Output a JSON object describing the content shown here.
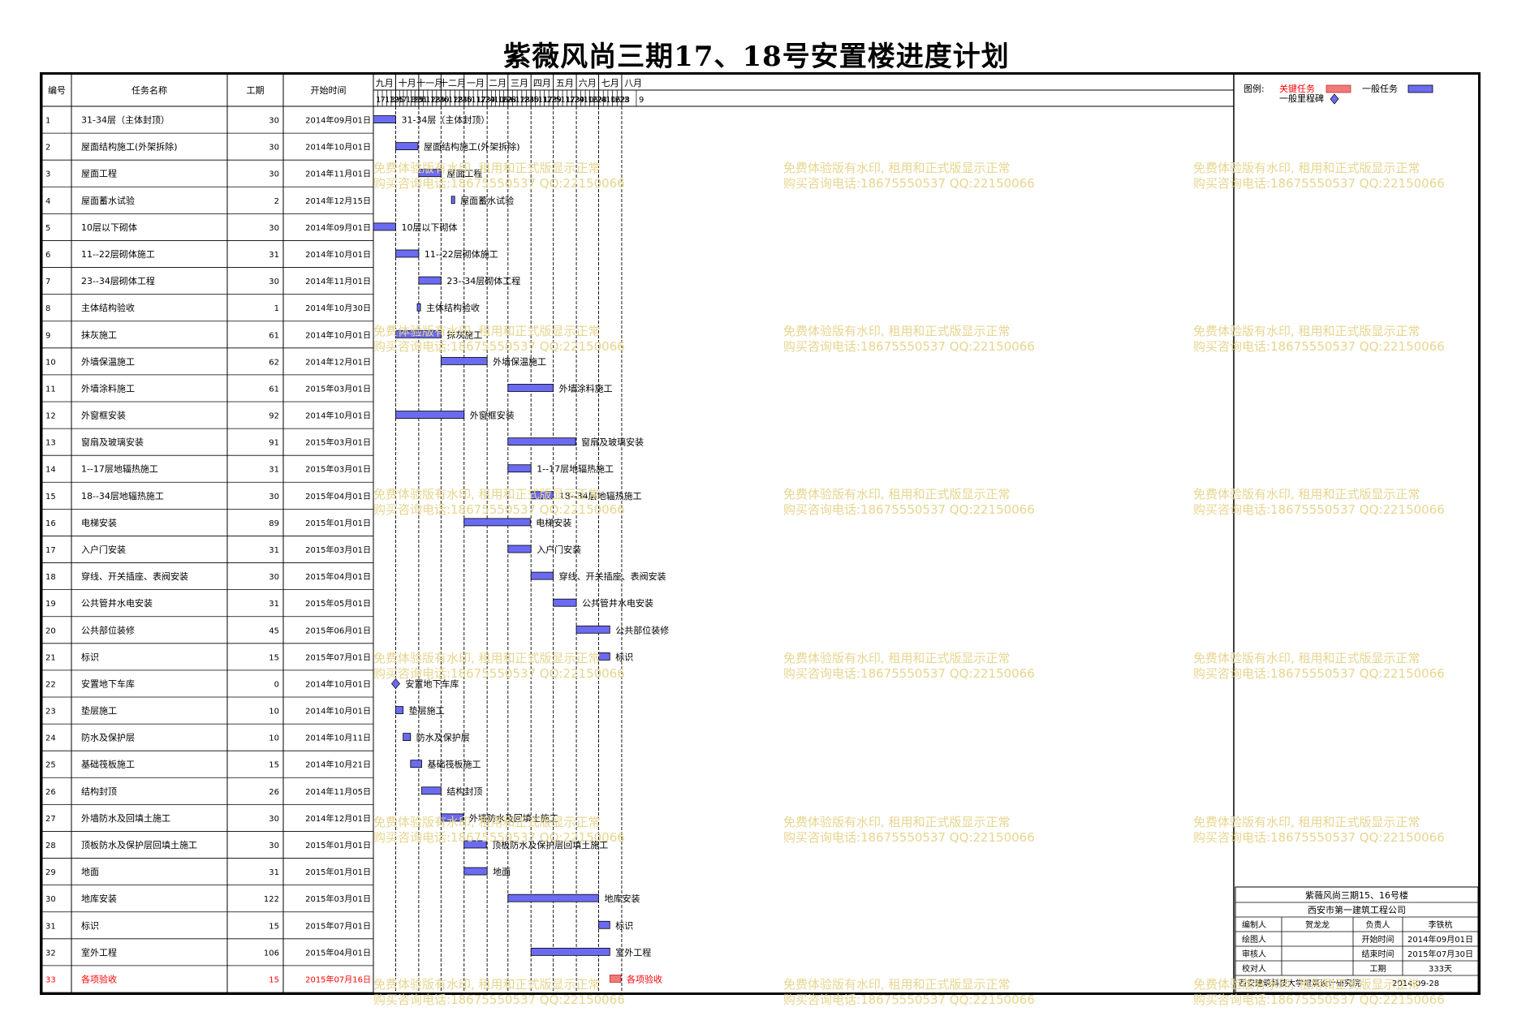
{
  "title": "紫薇风尚三期17、18号安置楼进度计划",
  "headers": {
    "num": "编号",
    "name": "任务名称",
    "dur": "工期",
    "start": "开始时间"
  },
  "months": [
    "九月",
    "十月",
    "十一月",
    "十二月",
    "一月",
    "二月",
    "三月",
    "四月",
    "五月",
    "六月",
    "七月",
    "八月"
  ],
  "day_ticks": [
    [
      "1",
      "7",
      "13",
      "19",
      "25"
    ],
    [
      "1",
      "7",
      "13",
      "19",
      "25",
      "31"
    ],
    [
      "6",
      "12",
      "18",
      "24",
      "30"
    ],
    [
      "6",
      "12",
      "18",
      "24",
      "30"
    ],
    [
      "5",
      "11",
      "17",
      "23",
      "29"
    ],
    [
      "4",
      "10",
      "16",
      "22",
      "28"
    ],
    [
      "6",
      "12",
      "18",
      "24",
      "30"
    ],
    [
      "5",
      "11",
      "17",
      "23",
      "29"
    ],
    [
      "5",
      "11",
      "17",
      "23",
      "29"
    ],
    [
      "4",
      "10",
      "16",
      "22",
      "28"
    ],
    [
      "4",
      "10",
      "16",
      "22",
      "28"
    ],
    [
      "3",
      "9"
    ]
  ],
  "legend": {
    "label": "图例:",
    "critical": "关键任务",
    "normal": "一般任务",
    "milestone": "一般里程碑"
  },
  "colors": {
    "bar": "#6b6bf2",
    "critical": "#f07a7a",
    "critical_text": "#ff0000",
    "watermark": "#e7d58f"
  },
  "tasks": [
    {
      "num": "1",
      "name": "31-34层（主体封顶）",
      "dur": "30",
      "start": "2014年09月01日",
      "bar_label": "31-34层（主体封顶）",
      "s": 0,
      "d": 30,
      "type": "normal"
    },
    {
      "num": "2",
      "name": "屋面结构施工(外架拆除)",
      "dur": "30",
      "start": "2014年10月01日",
      "bar_label": "屋面结构施工(外架拆除)",
      "s": 30,
      "d": 30,
      "type": "normal"
    },
    {
      "num": "3",
      "name": "屋面工程",
      "dur": "30",
      "start": "2014年11月01日",
      "bar_label": "屋面工程",
      "s": 61,
      "d": 30,
      "type": "normal"
    },
    {
      "num": "4",
      "name": "屋面蓄水试验",
      "dur": "2",
      "start": "2014年12月15日",
      "bar_label": "屋面蓄水试验",
      "s": 105,
      "d": 2,
      "type": "normal"
    },
    {
      "num": "5",
      "name": "10层以下砌体",
      "dur": "30",
      "start": "2014年09月01日",
      "bar_label": "10层以下砌体",
      "s": 0,
      "d": 30,
      "type": "normal"
    },
    {
      "num": "6",
      "name": "11--22层砌体施工",
      "dur": "31",
      "start": "2014年10月01日",
      "bar_label": "11--22层砌体施工",
      "s": 30,
      "d": 31,
      "type": "normal"
    },
    {
      "num": "7",
      "name": "23--34层砌体工程",
      "dur": "30",
      "start": "2014年11月01日",
      "bar_label": "23--34层砌体工程",
      "s": 61,
      "d": 30,
      "type": "normal"
    },
    {
      "num": "8",
      "name": "主体结构验收",
      "dur": "1",
      "start": "2014年10月30日",
      "bar_label": "主体结构验收",
      "s": 59,
      "d": 1,
      "type": "normal"
    },
    {
      "num": "9",
      "name": "抹灰施工",
      "dur": "61",
      "start": "2014年10月01日",
      "bar_label": "抹灰施工",
      "s": 30,
      "d": 61,
      "type": "normal"
    },
    {
      "num": "10",
      "name": "外墙保温施工",
      "dur": "62",
      "start": "2014年12月01日",
      "bar_label": "外墙保温施工",
      "s": 91,
      "d": 62,
      "type": "normal"
    },
    {
      "num": "11",
      "name": "外墙涂料施工",
      "dur": "61",
      "start": "2015年03月01日",
      "bar_label": "外墙涂料施工",
      "s": 181,
      "d": 61,
      "type": "normal"
    },
    {
      "num": "12",
      "name": "外窗框安装",
      "dur": "92",
      "start": "2014年10月01日",
      "bar_label": "外窗框安装",
      "s": 30,
      "d": 92,
      "type": "normal"
    },
    {
      "num": "13",
      "name": "窗扇及玻璃安装",
      "dur": "91",
      "start": "2015年03月01日",
      "bar_label": "窗扇及玻璃安装",
      "s": 181,
      "d": 91,
      "type": "normal"
    },
    {
      "num": "14",
      "name": "1--17层地辐热施工",
      "dur": "31",
      "start": "2015年03月01日",
      "bar_label": "1--17层地辐热施工",
      "s": 181,
      "d": 31,
      "type": "normal"
    },
    {
      "num": "15",
      "name": "18--34层地辐热施工",
      "dur": "30",
      "start": "2015年04月01日",
      "bar_label": "18--34层地辐热施工",
      "s": 212,
      "d": 30,
      "type": "normal"
    },
    {
      "num": "16",
      "name": "电梯安装",
      "dur": "89",
      "start": "2015年01月01日",
      "bar_label": "电梯安装",
      "s": 122,
      "d": 89,
      "type": "normal"
    },
    {
      "num": "17",
      "name": "入户门安装",
      "dur": "31",
      "start": "2015年03月01日",
      "bar_label": "入户门安装",
      "s": 181,
      "d": 31,
      "type": "normal"
    },
    {
      "num": "18",
      "name": "穿线、开关插座、表阀安装",
      "dur": "30",
      "start": "2015年04月01日",
      "bar_label": "穿线、开关插座、表阀安装",
      "s": 212,
      "d": 30,
      "type": "normal"
    },
    {
      "num": "19",
      "name": "公共管井水电安装",
      "dur": "31",
      "start": "2015年05月01日",
      "bar_label": "公共管井水电安装",
      "s": 242,
      "d": 31,
      "type": "normal"
    },
    {
      "num": "20",
      "name": "公共部位装修",
      "dur": "45",
      "start": "2015年06月01日",
      "bar_label": "公共部位装修",
      "s": 273,
      "d": 45,
      "type": "normal"
    },
    {
      "num": "21",
      "name": "标识",
      "dur": "15",
      "start": "2015年07月01日",
      "bar_label": "标识",
      "s": 303,
      "d": 15,
      "type": "normal"
    },
    {
      "num": "22",
      "name": "安置地下车库",
      "dur": "0",
      "start": "2014年10月01日",
      "bar_label": "安置地下车库",
      "s": 30,
      "d": 0,
      "type": "milestone"
    },
    {
      "num": "23",
      "name": "垫层施工",
      "dur": "10",
      "start": "2014年10月01日",
      "bar_label": "垫层施工",
      "s": 30,
      "d": 10,
      "type": "normal"
    },
    {
      "num": "24",
      "name": "防水及保护层",
      "dur": "10",
      "start": "2014年10月11日",
      "bar_label": "防水及保护层",
      "s": 40,
      "d": 10,
      "type": "normal"
    },
    {
      "num": "25",
      "name": "基础筏板施工",
      "dur": "15",
      "start": "2014年10月21日",
      "bar_label": "基础筏板施工",
      "s": 50,
      "d": 15,
      "type": "normal"
    },
    {
      "num": "26",
      "name": "结构封顶",
      "dur": "26",
      "start": "2014年11月05日",
      "bar_label": "结构封顶",
      "s": 65,
      "d": 26,
      "type": "normal"
    },
    {
      "num": "27",
      "name": "外墙防水及回填土施工",
      "dur": "30",
      "start": "2014年12月01日",
      "bar_label": "外墙防水及回填土施工",
      "s": 91,
      "d": 30,
      "type": "normal"
    },
    {
      "num": "28",
      "name": "顶板防水及保护层回填土施工",
      "dur": "30",
      "start": "2015年01月01日",
      "bar_label": "顶板防水及保护层回填土施工",
      "s": 122,
      "d": 30,
      "type": "normal"
    },
    {
      "num": "29",
      "name": "地面",
      "dur": "31",
      "start": "2015年01月01日",
      "bar_label": "地面",
      "s": 122,
      "d": 31,
      "type": "normal"
    },
    {
      "num": "30",
      "name": "地库安装",
      "dur": "122",
      "start": "2015年03月01日",
      "bar_label": "地库安装",
      "s": 181,
      "d": 122,
      "type": "normal"
    },
    {
      "num": "31",
      "name": "标识",
      "dur": "15",
      "start": "2015年07月01日",
      "bar_label": "标识",
      "s": 303,
      "d": 15,
      "type": "normal"
    },
    {
      "num": "32",
      "name": "室外工程",
      "dur": "106",
      "start": "2015年04月01日",
      "bar_label": "室外工程",
      "s": 212,
      "d": 106,
      "type": "normal"
    },
    {
      "num": "33",
      "name": "各项验收",
      "dur": "15",
      "start": "2015年07月16日",
      "bar_label": "各项验收",
      "s": 318,
      "d": 15,
      "type": "critical"
    }
  ],
  "info_box": {
    "project": "紫薇风尚三期15、16号楼",
    "company": "西安市第一建筑工程公司",
    "rows": [
      [
        "编制人",
        "贺龙龙",
        "负责人",
        "李铁杭"
      ],
      [
        "绘图人",
        "",
        "开始时间",
        "2014年09月01日"
      ],
      [
        "审核人",
        "",
        "结束时间",
        "2015年07月30日"
      ],
      [
        "校对人",
        "",
        "工期",
        "333天"
      ]
    ],
    "footer_left": "西安建筑科技大学建筑设计研究院",
    "footer_right": "2014-09-28"
  },
  "watermark": {
    "line1": "免费体验版有水印, 租用和正式版显示正常",
    "line2": "购买咨询电话:18675550537 QQ:22150066"
  }
}
